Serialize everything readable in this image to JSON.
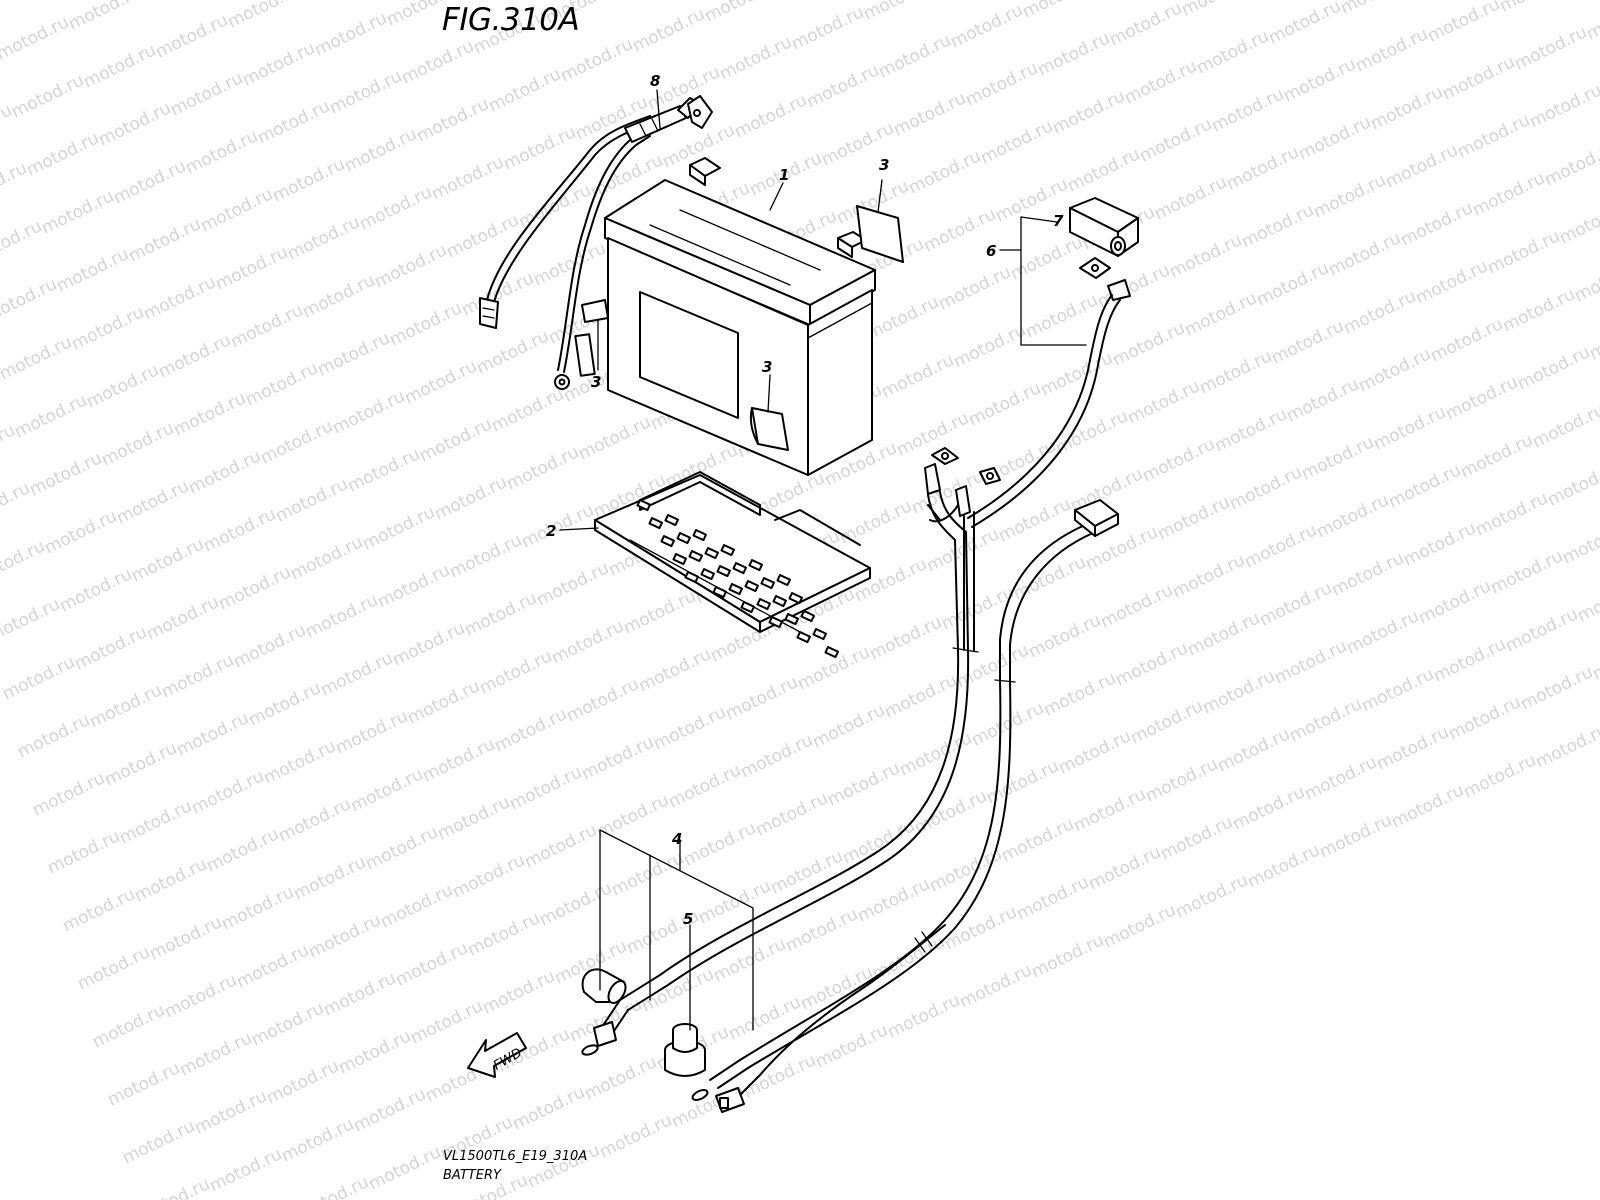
{
  "figure": {
    "title": "FIG.310A",
    "code": "VL1500TL6_E19_310A",
    "name": "BATTERY"
  },
  "watermark": {
    "text": "motod.ru"
  },
  "direction_marker": {
    "label": "FWD"
  },
  "callouts": [
    {
      "key": "battery",
      "label": "1"
    },
    {
      "key": "tray",
      "label": "2"
    },
    {
      "key": "label-a",
      "label": "3"
    },
    {
      "key": "label-b",
      "label": "3"
    },
    {
      "key": "label-c",
      "label": "3"
    },
    {
      "key": "cable-set",
      "label": "4"
    },
    {
      "key": "terminal-cap",
      "label": "5"
    },
    {
      "key": "positive-cable",
      "label": "6"
    },
    {
      "key": "cover",
      "label": "7"
    },
    {
      "key": "lead-wire",
      "label": "8"
    }
  ]
}
